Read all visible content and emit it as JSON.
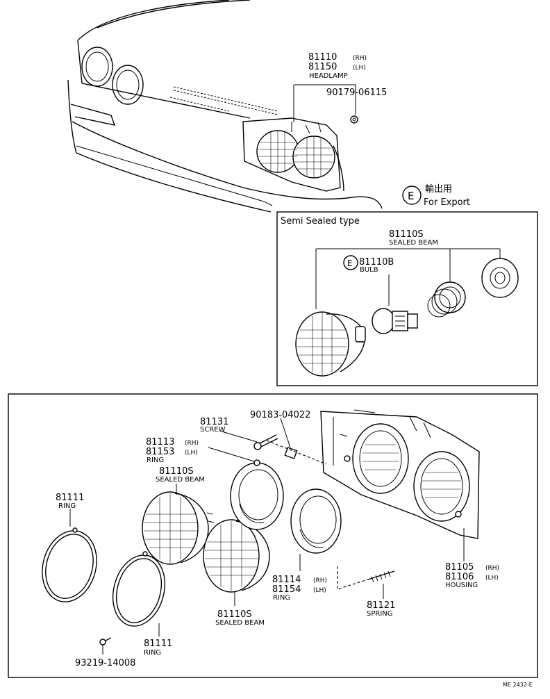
{
  "headlamp_assembly": {
    "pn_rh": "81110",
    "suffix_rh": "(RH)",
    "pn_lh": "81150",
    "suffix_lh": "(LH)",
    "name": "HEADLAMP",
    "nut_pn": "90179-06115"
  },
  "export_note": {
    "mark": "E",
    "japanese": "輸出用",
    "english": "For Export"
  },
  "semi_sealed_box": {
    "title": "Semi Sealed type",
    "sealed_beam_pn": "81110S",
    "sealed_beam_name": "SEALED BEAM",
    "bulb_mark": "E",
    "bulb_pn": "81110B",
    "bulb_name": "BULB"
  },
  "main_parts": {
    "screw_pn": "81131",
    "screw_name": "SCREW",
    "nut_pn": "90183-04022",
    "ring_a_pn_rh": "81113",
    "ring_a_suffix_rh": "(RH)",
    "ring_a_pn_lh": "81153",
    "ring_a_suffix_lh": "(LH)",
    "ring_a_name": "RING",
    "sealed_beam_top_pn": "81110S",
    "sealed_beam_top_name": "SEALED BEAM",
    "ring_left_pn": "81111",
    "ring_left_name": "RING",
    "housing_pn_rh": "81105",
    "housing_suffix_rh": "(RH)",
    "housing_pn_lh": "81106",
    "housing_suffix_lh": "(LH)",
    "housing_name": "HOUSING",
    "ring_b_pn_rh": "81114",
    "ring_b_suffix_rh": "(RH)",
    "ring_b_pn_lh": "81154",
    "ring_b_suffix_lh": "(LH)",
    "ring_b_name": "RING",
    "spring_pn": "81121",
    "spring_name": "SPRING",
    "sealed_beam_bottom_pn": "81110S",
    "sealed_beam_bottom_name": "SEALED BEAM",
    "ring_bottom_pn": "81111",
    "ring_bottom_name": "RING",
    "screw_bottom_pn": "93219-14008"
  },
  "figure_code": "ME 2432-E"
}
